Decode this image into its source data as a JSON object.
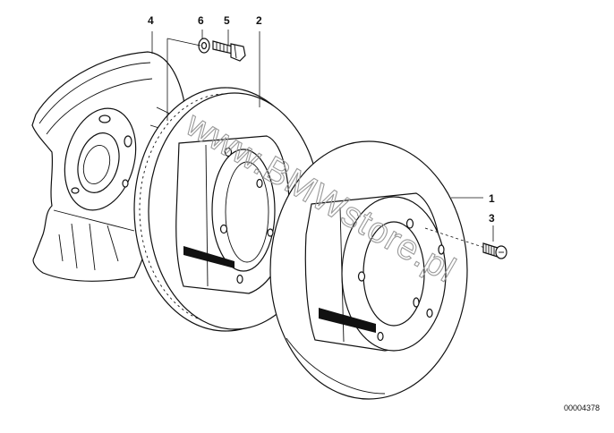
{
  "diagram": {
    "callouts": [
      {
        "id": "1",
        "label": "1"
      },
      {
        "id": "2",
        "label": "2"
      },
      {
        "id": "3",
        "label": "3"
      },
      {
        "id": "4",
        "label": "4"
      },
      {
        "id": "5",
        "label": "5"
      },
      {
        "id": "6",
        "label": "6"
      }
    ],
    "watermark": "www.BMWstore.pl",
    "reference_number": "00004378"
  },
  "colors": {
    "line": "#111111",
    "background": "#ffffff",
    "watermark": "#9a9a9a"
  }
}
